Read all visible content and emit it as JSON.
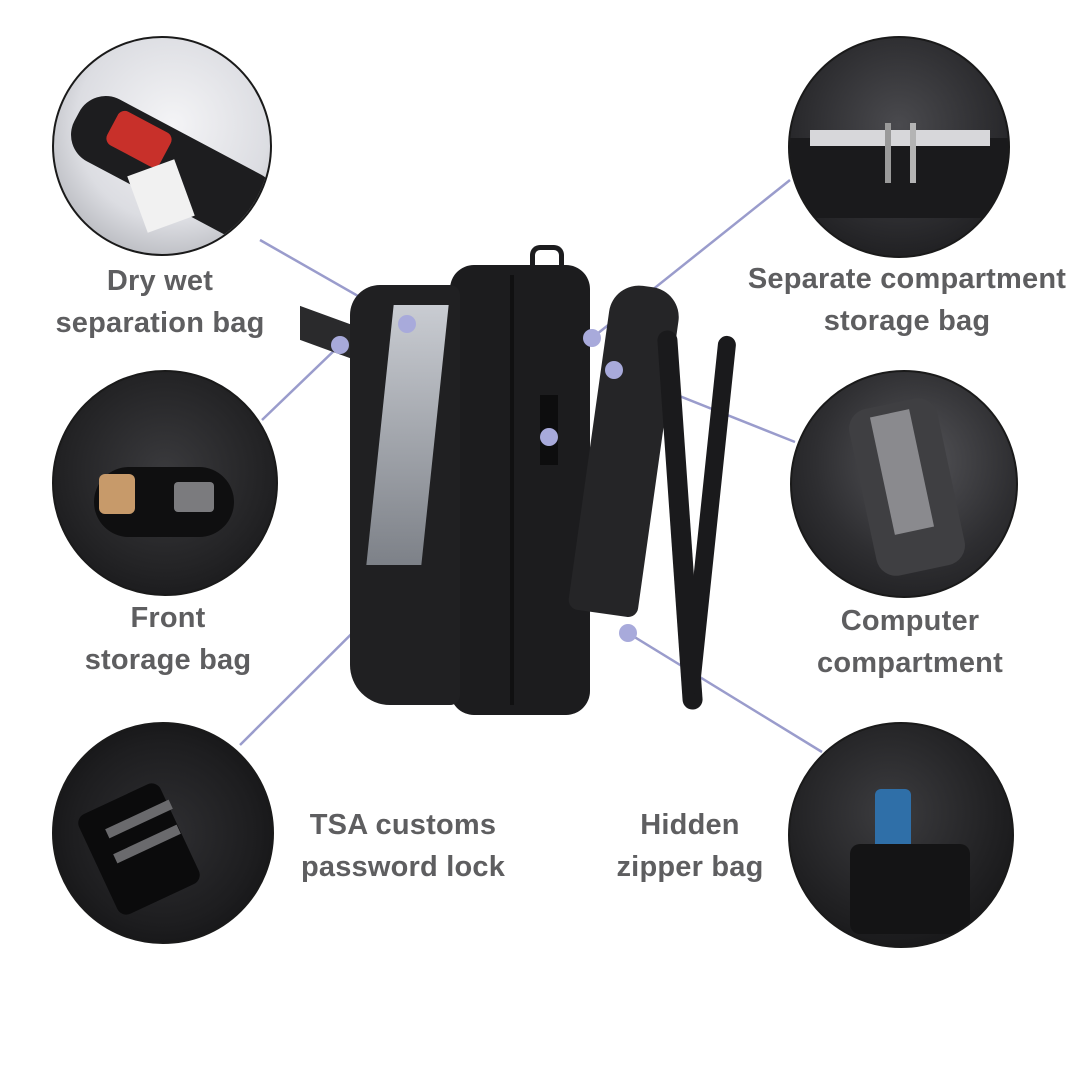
{
  "colors": {
    "label_text": "#5e5e60",
    "connector": "#9a9ccc",
    "dot": "#a8aadb",
    "bag": "#1c1c1e"
  },
  "features": [
    {
      "id": "dry-wet",
      "line1": "Dry wet",
      "line2": "separation bag"
    },
    {
      "id": "separate-compartment",
      "line1": "Separate compartment",
      "line2": "storage bag"
    },
    {
      "id": "front-storage",
      "line1": "Front",
      "line2": "storage bag"
    },
    {
      "id": "computer-compartment",
      "line1": "Computer",
      "line2": "compartment"
    },
    {
      "id": "tsa-lock",
      "line1": "TSA customs",
      "line2": "password lock"
    },
    {
      "id": "hidden-zipper",
      "line1": "Hidden",
      "line2": "zipper bag"
    }
  ]
}
